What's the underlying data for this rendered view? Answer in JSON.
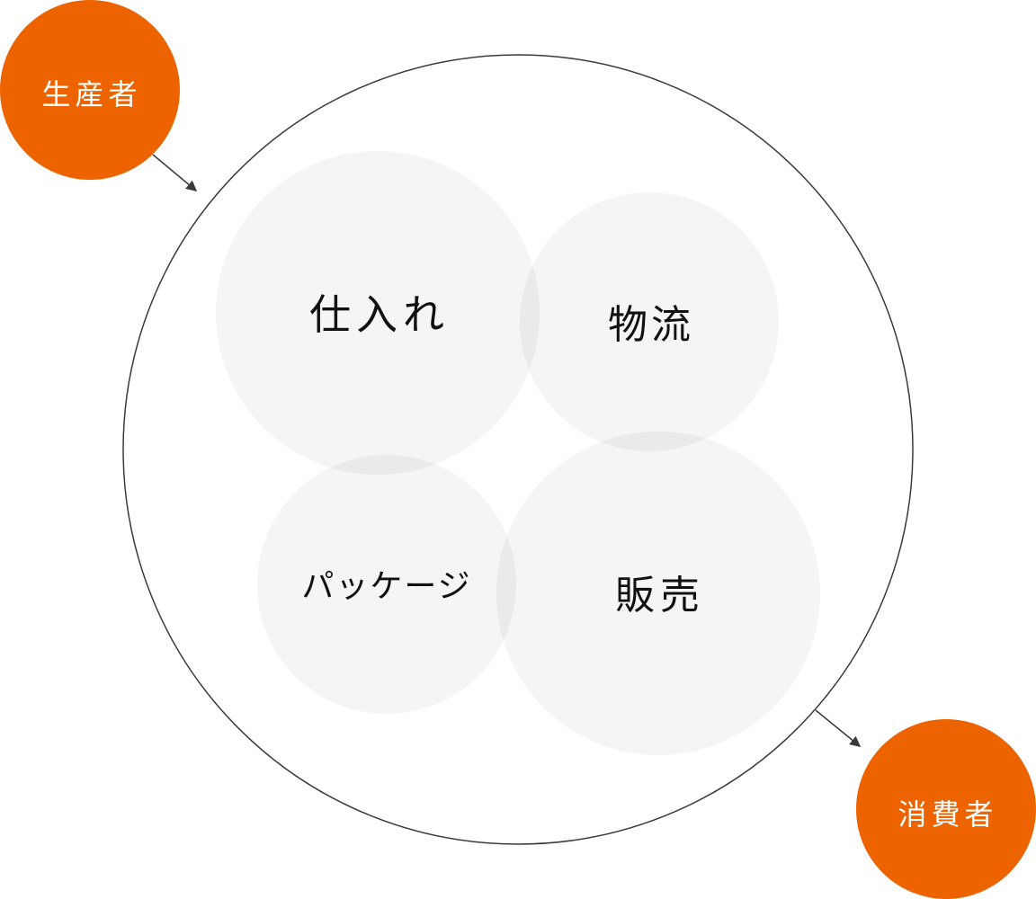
{
  "colors": {
    "accent": "#ec6300",
    "circle_fill": "#4a5a4a",
    "outline": "#3a3a3a",
    "text": "#111111"
  },
  "producer": {
    "label": "生産者"
  },
  "consumer": {
    "label": "消費者"
  },
  "processes": [
    {
      "label": "仕入れ"
    },
    {
      "label": "物流"
    },
    {
      "label": "パッケージ"
    },
    {
      "label": "販売"
    }
  ]
}
